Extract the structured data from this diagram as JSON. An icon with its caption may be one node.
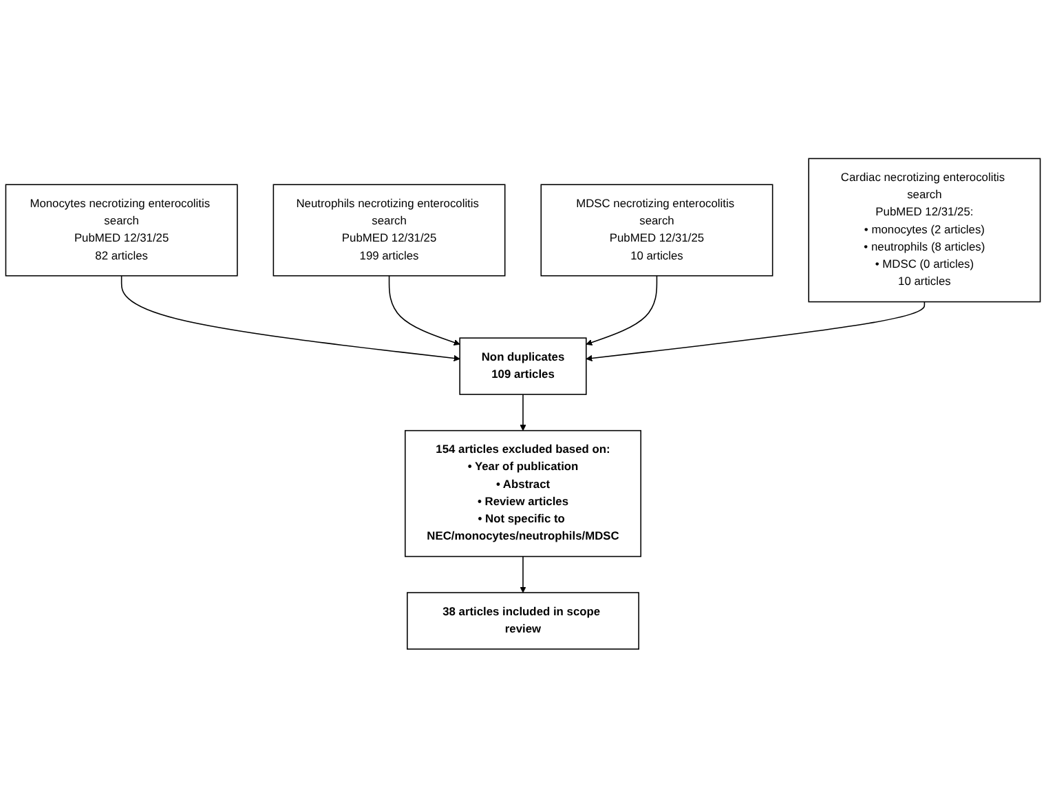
{
  "diagram": {
    "nodes": [
      {
        "text": [
          "Monocytes necrotizing enterocolitis search",
          "PubMED 12/31/25",
          "82 articles"
        ]
      },
      {
        "text": [
          "Neutrophils necrotizing enterocolitis search",
          "PubMED 12/31/25",
          "199 articles"
        ]
      },
      {
        "text": [
          "MDSC necrotizing enterocolitis search",
          "PubMED 12/31/25",
          "10 articles"
        ]
      },
      {
        "text": [
          "Cardiac necrotizing enterocolitis search",
          "PubMED 12/31/25:",
          "• monocytes (2 articles)",
          "• neutrophils (8 articles)",
          "• MDSC (0 articles)",
          "10 articles"
        ]
      },
      {
        "text": [
          "Non duplicates",
          "109 articles"
        ]
      },
      {
        "text": [
          "154 articles excluded based on:",
          "• Year of publication",
          "• Abstract",
          "• Review articles",
          "• Not specific to NEC/monocytes/neutrophils/MDSC"
        ]
      },
      {
        "text": [
          "38 articles included in scope review"
        ]
      }
    ],
    "edges": [
      {
        "from": 0,
        "to": 4,
        "arrow": "to"
      },
      {
        "from": 1,
        "to": 4,
        "arrow": "to"
      },
      {
        "from": 2,
        "to": 4,
        "arrow": "to"
      },
      {
        "from": 3,
        "to": 4,
        "arrow": "to"
      },
      {
        "from": 4,
        "to": 5,
        "arrow": "to"
      },
      {
        "from": 5,
        "to": 6,
        "arrow": "to"
      }
    ]
  }
}
